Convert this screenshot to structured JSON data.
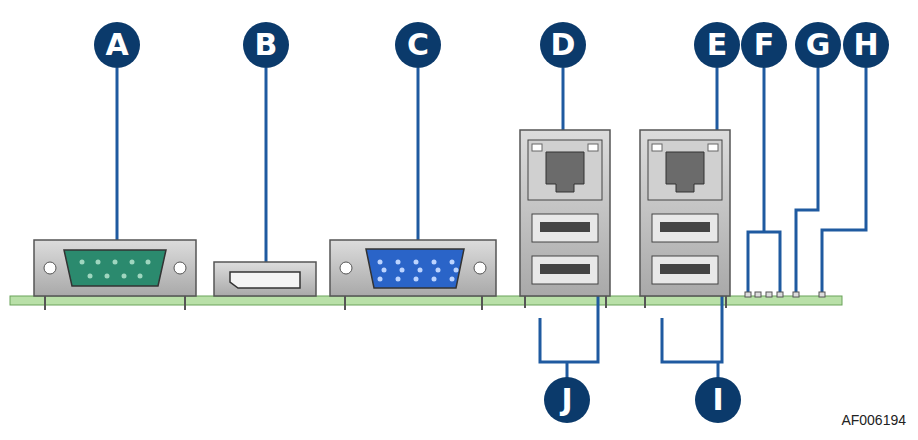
{
  "diagram": {
    "labels": [
      "A",
      "B",
      "C",
      "D",
      "E",
      "F",
      "G",
      "H",
      "J",
      "I",
      "AF006194"
    ]
  }
}
